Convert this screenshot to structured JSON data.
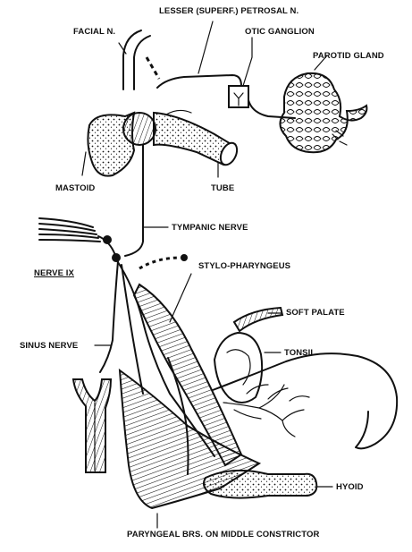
{
  "labels": {
    "facial_n": "FACIAL N.",
    "lesser_petrosal_n": "LESSER (SUPERF.) PETROSAL N.",
    "otic_ganglion": "OTIC GANGLION",
    "parotid_gland": "PAROTID GLAND",
    "mastoid": "MASTOID",
    "tube": "TUBE",
    "tympanic_nerve": "TYMPANIC NERVE",
    "nerve_ix": "NERVE IX",
    "stylo_pharyngeus": "STYLO-PHARYNGEUS",
    "soft_palate": "SOFT PALATE",
    "sinus_nerve": "SINUS NERVE",
    "tonsil": "TONSIL",
    "hyoid": "HYOID",
    "pharyngeal_brs": "PARYNGEAL BRS. ON MIDDLE CONSTRICTOR"
  },
  "colors": {
    "ink": "#111111",
    "background": "#ffffff"
  }
}
